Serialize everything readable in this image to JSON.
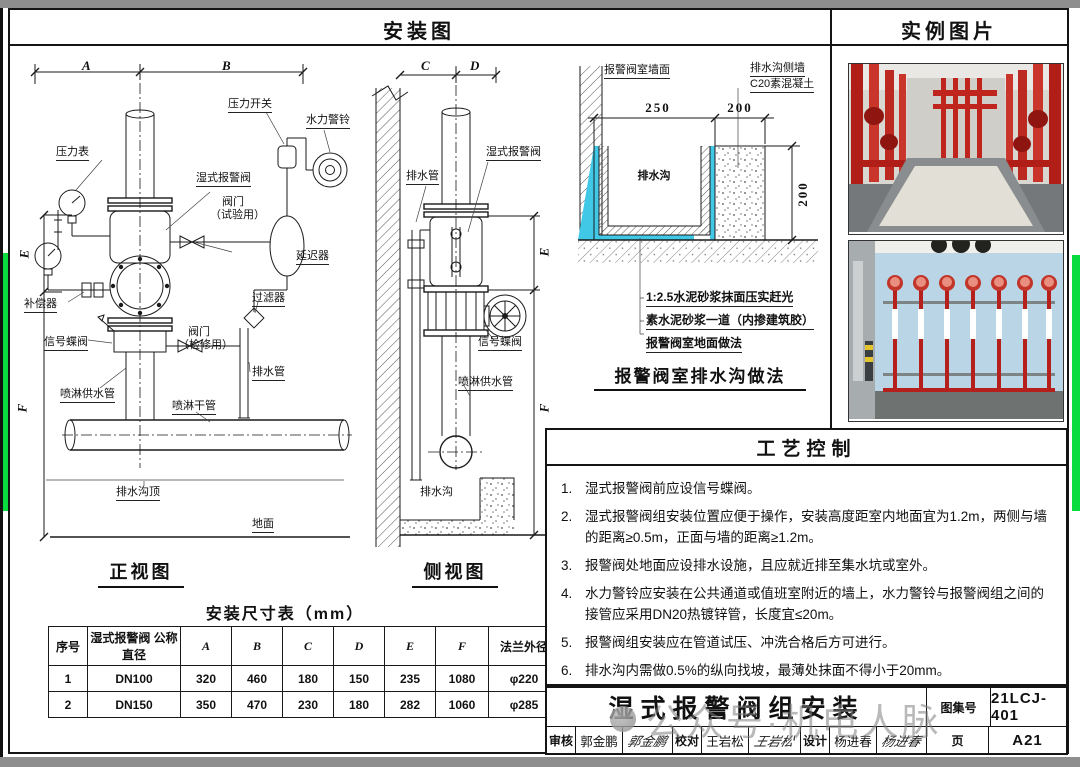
{
  "header": {
    "installation_diagram": "安装图",
    "example_photos": "实例图片"
  },
  "front_view": {
    "caption": "正视图",
    "dim_a": "A",
    "dim_b": "B",
    "dim_e": "E",
    "dim_f": "F",
    "labels": {
      "pressure_gauge": "压力表",
      "pressure_switch": "压力开关",
      "water_motor_gong": "水力警铃",
      "wet_alarm_valve": "湿式报警阀",
      "test_valve_line1": "阀门",
      "test_valve_line2": "（试验用）",
      "retard_chamber": "延迟器",
      "strainer": "过滤器",
      "compensator": "补偿器",
      "signal_butterfly_valve": "信号蝶阀",
      "maintenance_valve_line1": "阀门",
      "maintenance_valve_line2": "（检修用）",
      "drain_pipe": "排水管",
      "sprinkler_supply_pipe": "喷淋供水管",
      "sprinkler_main_pipe": "喷淋干管",
      "ditch_top": "排水沟顶",
      "ground": "地面"
    }
  },
  "side_view": {
    "caption": "侧视图",
    "dim_c": "C",
    "dim_d": "D",
    "dim_e": "E",
    "dim_f": "F",
    "labels": {
      "drain_pipe": "排水管",
      "wet_alarm_valve": "湿式报警阀",
      "signal_butterfly_valve": "信号蝶阀",
      "sprinkler_supply_pipe": "喷淋供水管",
      "drain_ditch": "排水沟"
    }
  },
  "ditch_detail": {
    "caption": "报警阀室排水沟做法",
    "wall_label": "报警阀室墙面",
    "side_wall_line1": "排水沟侧墙",
    "side_wall_line2": "C20素混凝土",
    "dim_width_inner": "250",
    "dim_width_wall": "200",
    "dim_height": "200",
    "ditch_label": "排水沟",
    "floor_note1": "1:2.5水泥砂浆抹面压实赶光",
    "floor_note2": "素水泥砂浆一道（内掺建筑胶）",
    "floor_note3": "报警阀室地面做法"
  },
  "dim_table": {
    "title": "安装尺寸表（mm）",
    "headers": [
      "序号",
      "湿式报警阀 公称直径",
      "A",
      "B",
      "C",
      "D",
      "E",
      "F",
      "法兰外径"
    ],
    "rows": [
      [
        "1",
        "DN100",
        "320",
        "460",
        "180",
        "150",
        "235",
        "1080",
        "φ220"
      ],
      [
        "2",
        "DN150",
        "350",
        "470",
        "230",
        "180",
        "282",
        "1060",
        "φ285"
      ]
    ]
  },
  "process_control": {
    "title": "工艺控制",
    "notes": [
      {
        "num": "1.",
        "text": "湿式报警阀前应设信号蝶阀。"
      },
      {
        "num": "2.",
        "text": "湿式报警阀组安装位置应便于操作，安装高度距室内地面宜为1.2m，两侧与墙的距离≥0.5m，正面与墙的距离≥1.2m。"
      },
      {
        "num": "3.",
        "text": "报警阀处地面应设排水设施，且应就近排至集水坑或室外。"
      },
      {
        "num": "4.",
        "text": "水力警铃应安装在公共通道或值班室附近的墙上，水力警铃与报警阀组之间的接管应采用DN20热镀锌管，长度宜≤20m。"
      },
      {
        "num": "5.",
        "text": "报警阀组安装应在管道试压、冲洗合格后方可进行。"
      },
      {
        "num": "6.",
        "text": "排水沟内需做0.5%的纵向找坡，最薄处抹面不得小于20mm。"
      }
    ]
  },
  "title_block": {
    "title": "湿式报警阀组安装",
    "atlas_no_label": "图集号",
    "atlas_no": "21LCJ-401",
    "page_label": "页",
    "page_no": "A21",
    "review_label": "审核",
    "reviewer": "郭金鹏",
    "reviewer_sig": "郭金鹏",
    "check_label": "校对",
    "checker": "王岩松",
    "checker_sig": "王岩松",
    "design_label": "设计",
    "designer": "杨进春",
    "designer_sig": "杨进春"
  },
  "watermark": {
    "text": "公众号·机电人脉"
  },
  "colors": {
    "green_strip": "#08dc3f",
    "ditch_lining_cyan": "#41c8e6",
    "photo_pipe_red": "#c0251d",
    "photo_wall_blue": "#bad6e6"
  }
}
